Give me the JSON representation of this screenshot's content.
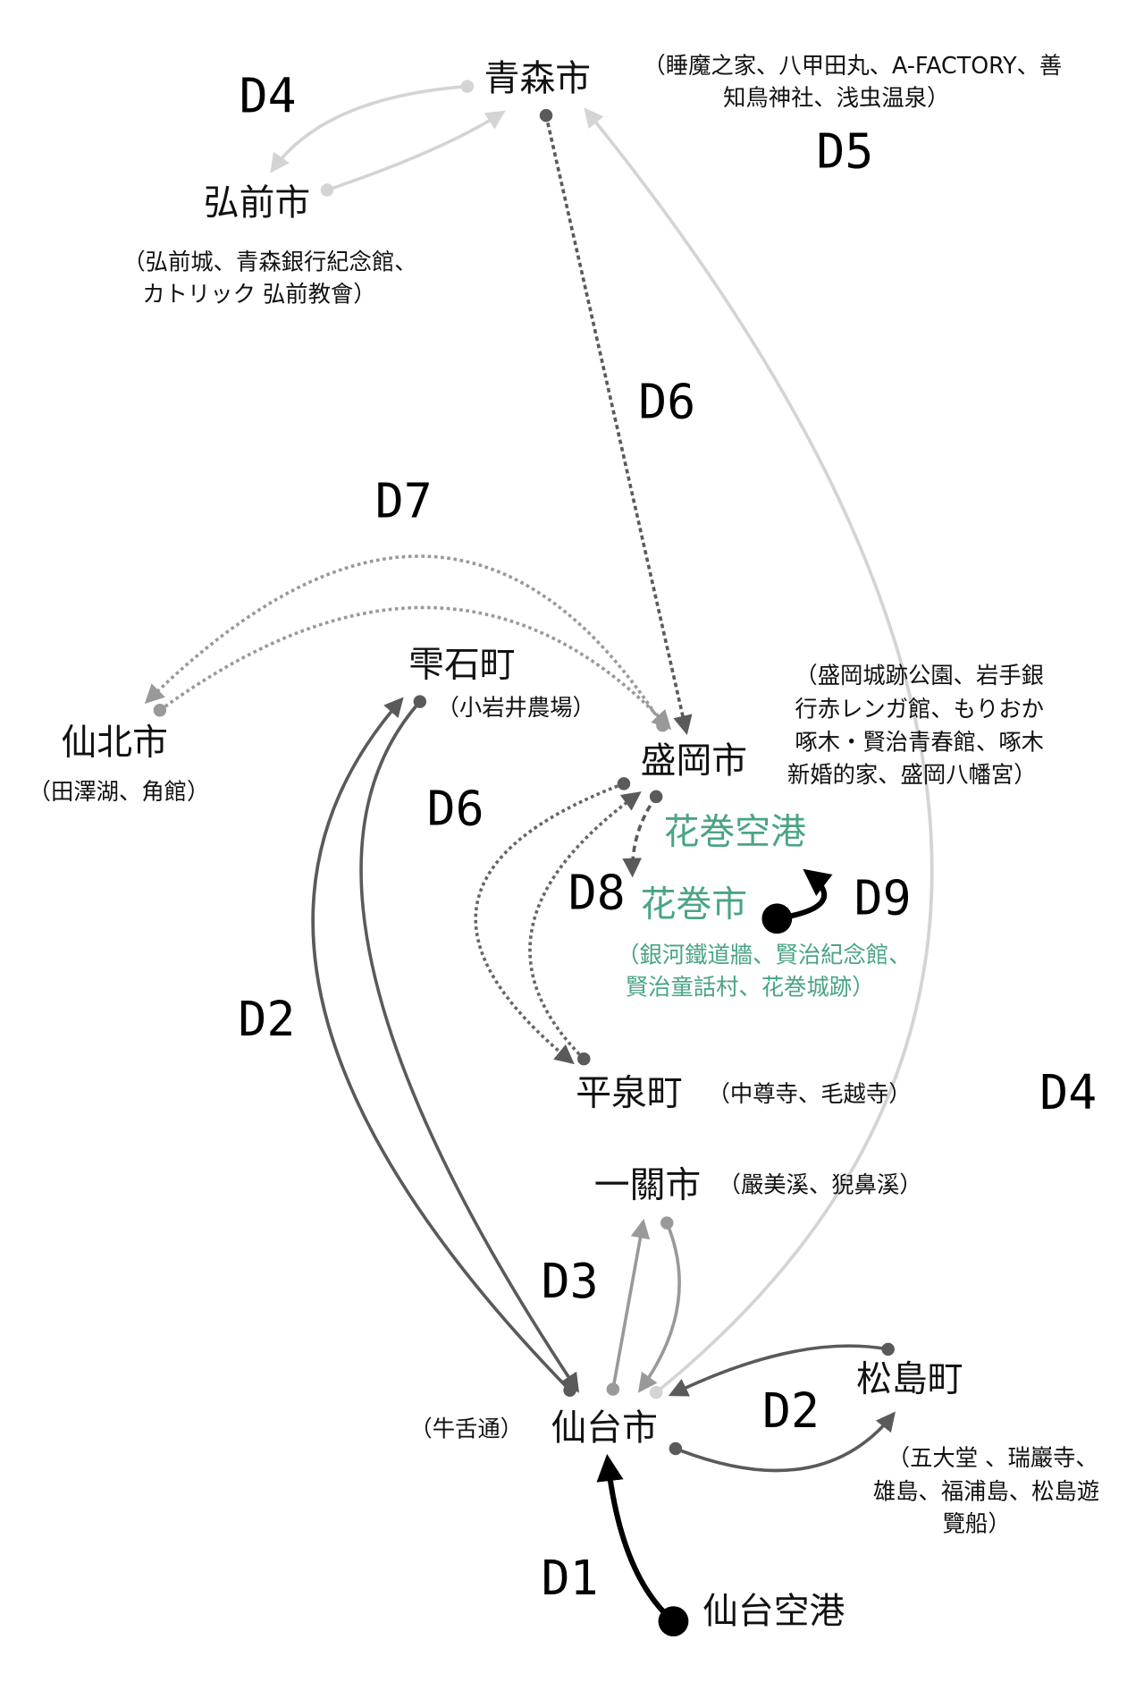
{
  "colors": {
    "accent_green": "#4aa485",
    "light": "#d4d4d4",
    "mid": "#999999",
    "dark": "#5a5a5a",
    "black": "#000000"
  },
  "cities": {
    "aomori": "青森市",
    "hirosaki": "弘前市",
    "shizukuishi": "雫石町",
    "senboku": "仙北市",
    "morioka": "盛岡市",
    "hanamaki_airport": "花巻空港",
    "hanamaki": "花巻市",
    "hiraizumi": "平泉町",
    "ichinoseki": "一關市",
    "matsushima": "松島町",
    "sendai": "仙台市",
    "sendai_airport": "仙台空港"
  },
  "notes": {
    "aomori": [
      "（睡魔之家、八甲田丸、A-FACTORY、善",
      "知鳥神社、浅虫温泉）"
    ],
    "hirosaki": [
      "（弘前城、青森銀行紀念館、",
      "カトリック 弘前教會）"
    ],
    "shizukuishi": "（小岩井農場）",
    "senboku": "（田澤湖、角館）",
    "morioka": [
      "（盛岡城跡公園、岩手銀",
      "行赤レンガ館、もりおか",
      "啄木・賢治青春館、啄木",
      "新婚的家、盛岡八幡宮）"
    ],
    "hanamaki": [
      "（銀河鐵道牆、賢治紀念館、",
      "賢治童話村、花巻城跡）"
    ],
    "hiraizumi": "（中尊寺、毛越寺）",
    "ichinoseki": "（嚴美溪、猊鼻溪）",
    "sendai": "（牛舌通）",
    "matsushima": [
      "（五大堂 、瑞巖寺、",
      "雄島、福浦島、松島遊",
      "覽船）"
    ]
  },
  "days": {
    "d4_top": "D4",
    "d5": "D5",
    "d6_top": "D6",
    "d7": "D7",
    "d6_mid": "D6",
    "d8": "D8",
    "d9": "D9",
    "d2_left": "D2",
    "d4_right": "D4",
    "d3": "D3",
    "d2_right": "D2",
    "d1": "D1"
  }
}
